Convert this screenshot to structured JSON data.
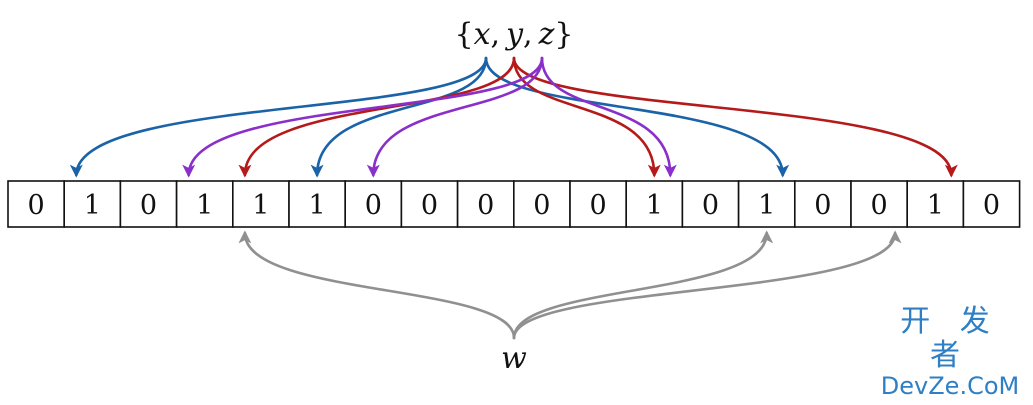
{
  "set_label": {
    "open": "{",
    "x": "x",
    "y": "y",
    "z": "z",
    "comma": ",",
    "close": "}"
  },
  "query_label": "w",
  "bits": [
    0,
    1,
    0,
    1,
    1,
    1,
    0,
    0,
    0,
    0,
    0,
    1,
    0,
    1,
    0,
    0,
    1,
    0
  ],
  "mappings": [
    {
      "element": "x",
      "color": "#1a63a8",
      "targets": [
        1,
        5,
        13
      ]
    },
    {
      "element": "y",
      "color": "#b51a1a",
      "targets": [
        4,
        11,
        16
      ]
    },
    {
      "element": "z",
      "color": "#8a2fc9",
      "targets": [
        3,
        6,
        11
      ]
    },
    {
      "element": "w",
      "color": "#909090",
      "targets": [
        4,
        13,
        15
      ]
    }
  ],
  "watermark": {
    "line1": "开 发 者",
    "line2": "DevZe.CoM"
  }
}
